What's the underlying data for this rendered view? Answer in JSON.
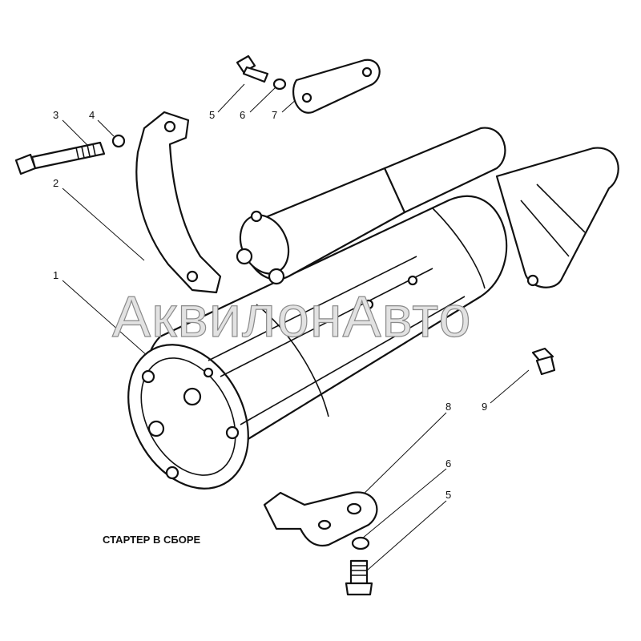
{
  "title": "СТАРТЕР В СБОРЕ",
  "watermark": "АквилонАвто",
  "callouts": [
    {
      "id": "1",
      "text": "1"
    },
    {
      "id": "2",
      "text": "2"
    },
    {
      "id": "3",
      "text": "3"
    },
    {
      "id": "4",
      "text": "4"
    },
    {
      "id": "5a",
      "text": "5"
    },
    {
      "id": "6a",
      "text": "6"
    },
    {
      "id": "7",
      "text": "7"
    },
    {
      "id": "8",
      "text": "8"
    },
    {
      "id": "9",
      "text": "9"
    },
    {
      "id": "6b",
      "text": "6"
    },
    {
      "id": "5b",
      "text": "5"
    }
  ]
}
